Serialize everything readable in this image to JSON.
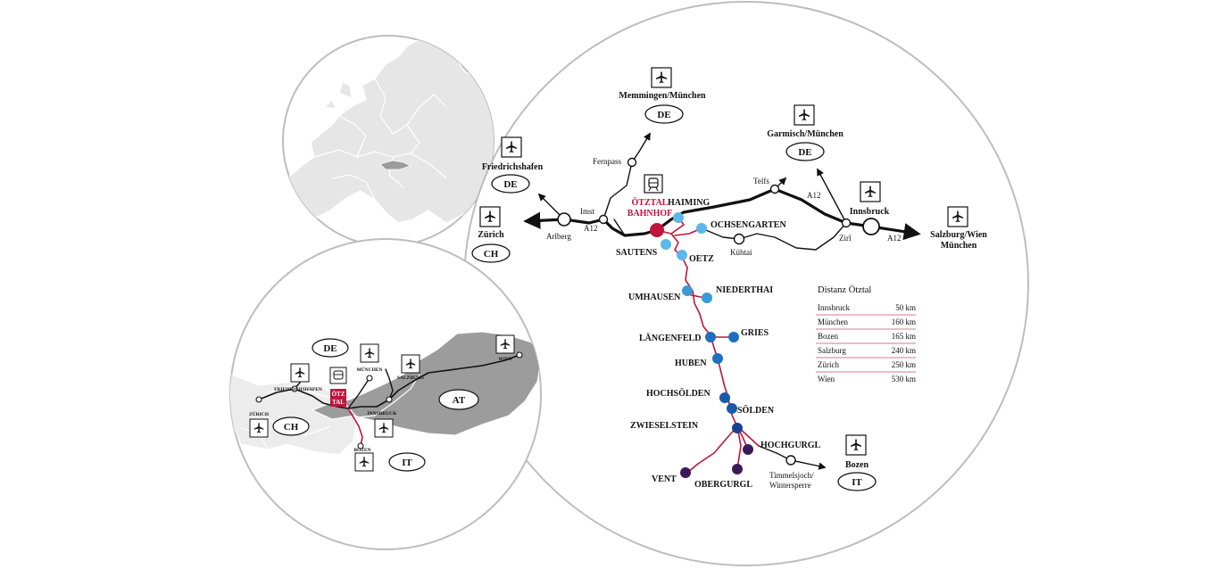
{
  "colors": {
    "road": "#111111",
    "valley_route": "#c0143c",
    "stop_light": "#5bb8e8",
    "stop_mid": "#1e6fbf",
    "stop_dark": "#1a3f8f",
    "stop_purple": "#3b1a5a",
    "station": "#c0143c",
    "austria_fill": "#9c9c9c",
    "land_fill": "#e6e6e6",
    "circle_border": "#bdbdbd"
  },
  "station": {
    "line1": "ÖTZTAL",
    "line2": "BAHNHOF"
  },
  "airports": {
    "memmingen": "Memmingen/München",
    "friedrichshafen": "Friedrichshafen",
    "zurich": "Zürich",
    "garmisch": "Garmisch/München",
    "innsbruck": "Innsbruck",
    "salzburg_line1": "Salzburg/Wien",
    "salzburg_line2": "München",
    "bozen": "Bozen"
  },
  "country_badges": {
    "de1": "DE",
    "de2": "DE",
    "de3": "DE",
    "ch1": "CH",
    "it1": "IT",
    "ch2": "CH",
    "it2": "IT",
    "at": "AT"
  },
  "road_labels": {
    "fernpass": "Fernpass",
    "imst": "Imst",
    "a12_w": "A12",
    "arlberg": "Arlberg",
    "telfs": "Telfs",
    "a12_e": "A12",
    "zirl": "Zirl",
    "a12_se": "A12",
    "kuhtai": "Kühtai",
    "timmelsjoch1": "Timmelsjoch/",
    "timmelsjoch2": "Wintersperre"
  },
  "villages": {
    "haiming": "HAIMING",
    "ochsengarten": "OCHSENGARTEN",
    "sautens": "SAUTENS",
    "oetz": "OETZ",
    "umhausen": "UMHAUSEN",
    "niederthai": "NIEDERTHAI",
    "langenfeld": "LÄNGENFELD",
    "gries": "GRIES",
    "huben": "HUBEN",
    "hochsolden": "HOCHSÖLDEN",
    "solden": "SÖLDEN",
    "zwieselstein": "ZWIESELSTEIN",
    "hochgurgl": "HOCHGURGL",
    "vent": "VENT",
    "obergurgl": "OBERGURGL"
  },
  "distance_table": {
    "title": "Distanz Ötztal",
    "rows": [
      {
        "city": "Innsbruck",
        "km": "50 km"
      },
      {
        "city": "München",
        "km": "160 km"
      },
      {
        "city": "Bozen",
        "km": "165 km"
      },
      {
        "city": "Salzburg",
        "km": "240 km"
      },
      {
        "city": "Zürich",
        "km": "250 km"
      },
      {
        "city": "Wien",
        "km": "530 km"
      }
    ]
  },
  "austria_inset": {
    "station1": "ÖTZ",
    "station2": "TAL",
    "friedrichshafen": "FRIEDRICHSHAFEN",
    "munchen": "MÜNCHEN",
    "salzburg": "SALZBURG",
    "wien": "WIEN",
    "zurich": "ZÜRICH",
    "innsbruck": "INNSBRUCK",
    "bozen": "BOZEN"
  }
}
